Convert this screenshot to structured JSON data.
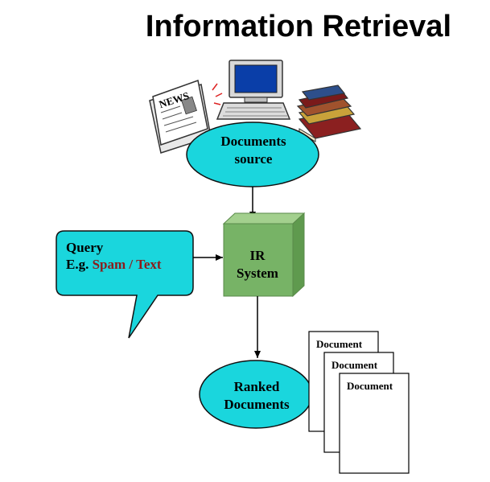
{
  "title": "Information Retrieval",
  "nodes": {
    "documents_source": {
      "line1": "Documents",
      "line2": "source"
    },
    "ir_system": {
      "line1": "IR",
      "line2": "System"
    },
    "ranked_documents": {
      "line1": "Ranked",
      "line2": "Documents"
    },
    "query": {
      "line1": "Query",
      "line2_prefix": "E.g. ",
      "example": "Spam / Text"
    }
  },
  "document_stack": [
    "Document",
    "Document",
    "Document"
  ],
  "clipart": {
    "newspaper_text": "NEWS"
  },
  "colors": {
    "ellipse_fill": "#1ad6dd",
    "box_front": "#77b366",
    "box_side": "#5f9a4e",
    "box_top": "#a3d08e",
    "callout_fill": "#1ad6dd",
    "example_text": "#8b1c1c"
  },
  "icons": [
    "newspaper-icon",
    "computer-icon",
    "books-icon"
  ]
}
